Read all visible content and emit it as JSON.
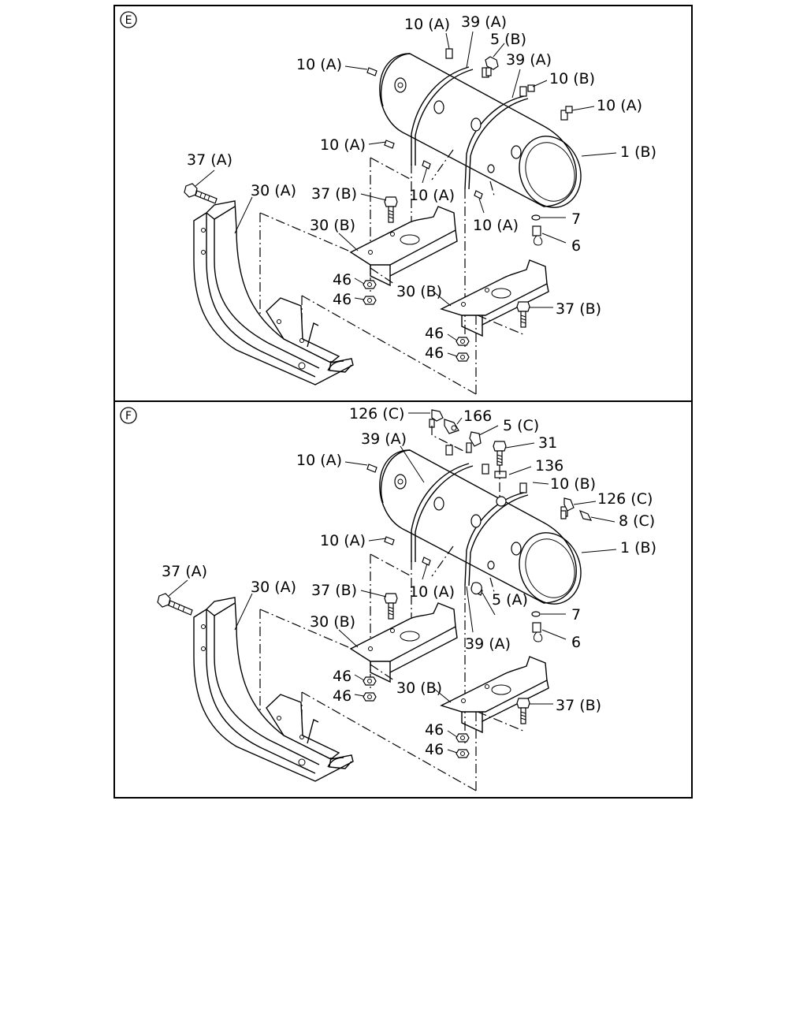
{
  "sections": [
    {
      "marker": "E",
      "labels": {
        "p10a_1": "10 (A)",
        "p39a_1": "39 (A)",
        "p5b": "5 (B)",
        "p10a_2": "10 (A)",
        "p39a_2": "39 (A)",
        "p10b": "10 (B)",
        "p10a_3": "10 (A)",
        "p10a_4": "10 (A)",
        "p1b": "1 (B)",
        "p37a": "37 (A)",
        "p30a": "30 (A)",
        "p37b_1": "37 (B)",
        "p10a_5": "10 (A)",
        "p10a_6": "10 (A)",
        "p7": "7",
        "p30b_1": "30 (B)",
        "p6": "6",
        "p46_1": "46",
        "p46_2": "46",
        "p30b_2": "30 (B)",
        "p37b_2": "37 (B)",
        "p46_3": "46",
        "p46_4": "46"
      }
    },
    {
      "marker": "F",
      "labels": {
        "p126c_1": "126 (C)",
        "p166": "166",
        "p5c": "5 (C)",
        "p39a_1": "39 (A)",
        "p31": "31",
        "p10a_1": "10 (A)",
        "p136": "136",
        "p10b": "10 (B)",
        "p126c_2": "126 (C)",
        "p8c": "8 (C)",
        "p10a_2": "10 (A)",
        "p1b": "1 (B)",
        "p37a": "37 (A)",
        "p30a": "30 (A)",
        "p37b_1": "37 (B)",
        "p10a_3": "10 (A)",
        "p5a": "5 (A)",
        "p7": "7",
        "p30b_1": "30 (B)",
        "p39a_2": "39 (A)",
        "p6": "6",
        "p46_1": "46",
        "p46_2": "46",
        "p30b_2": "30 (B)",
        "p37b_2": "37 (B)",
        "p46_3": "46",
        "p46_4": "46"
      }
    }
  ]
}
